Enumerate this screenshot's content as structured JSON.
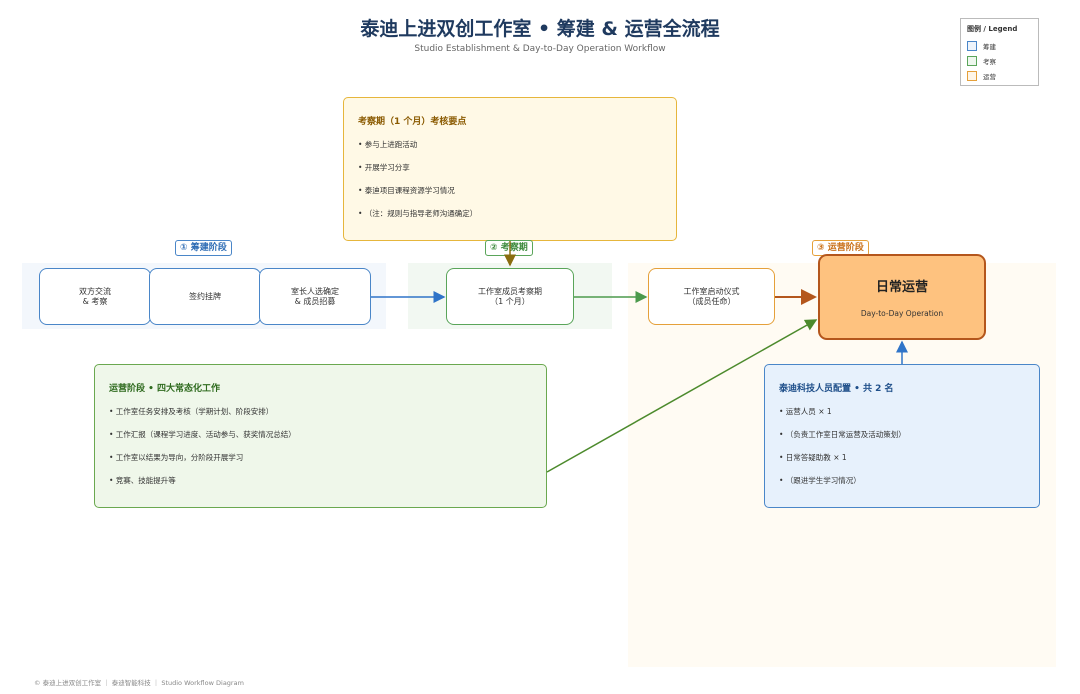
{
  "header": {
    "title": "泰迪上进双创工作室 • 筹建 & 运营全流程",
    "subtitle": "Studio Establishment & Day-to-Day Operation Workflow"
  },
  "legend": {
    "title": "图例 / Legend",
    "items": [
      {
        "label": "筹建",
        "color": "#4a86c8",
        "fill": "#eef4fb"
      },
      {
        "label": "考察",
        "color": "#5aa55a",
        "fill": "#eef7ee"
      },
      {
        "label": "运营",
        "color": "#e5a03a",
        "fill": "#fff6e8"
      }
    ]
  },
  "stages": {
    "build": "① 筹建阶段",
    "inspect": "② 考察期",
    "operate": "③ 运营阶段"
  },
  "nodes": {
    "exchange": "双方交流\n& 考察",
    "sign": "签约挂牌",
    "leader": "室长人选确定\n& 成员招募",
    "probation": "工作室成员考察期\n（1 个月）",
    "launch": "工作室启动仪式\n（成员任命）",
    "main_title": "日常运营",
    "main_sub": "Day-to-Day Operation"
  },
  "inspection_card": {
    "title": "考察期（1 个月）考核要点",
    "items": [
      "• 参与上进跑活动",
      "• 开展学习分享",
      "• 泰迪项目课程资源学习情况",
      "• （注：规则与指导老师沟通确定）"
    ]
  },
  "operation_card": {
    "title": "运营阶段 • 四大常态化工作",
    "items": [
      "• 工作室任务安排及考核（学期计划、阶段安排）",
      "• 工作汇报（课程学习进度、活动参与、获奖情况总结）",
      "• 工作室以结果为导向，分阶段开展学习",
      "• 竞赛、技能提升等"
    ]
  },
  "staff_card": {
    "title": "泰迪科技人员配置 • 共 2 名",
    "items": [
      "• 运营人员 × 1",
      "• （负责工作室日常运营及活动策划）",
      "• 日常答疑助教 × 1",
      "• （跟进学生学习情况）"
    ]
  },
  "footer": "© 泰迪上进双创工作室 ｜ 泰迪智能科技 ｜ Studio Workflow Diagram",
  "colors": {
    "blue": "#4a86c8",
    "green": "#5aa55a",
    "orange": "#e5a03a",
    "dark_orange": "#b4561c",
    "yellow_border": "#e6b63c"
  }
}
